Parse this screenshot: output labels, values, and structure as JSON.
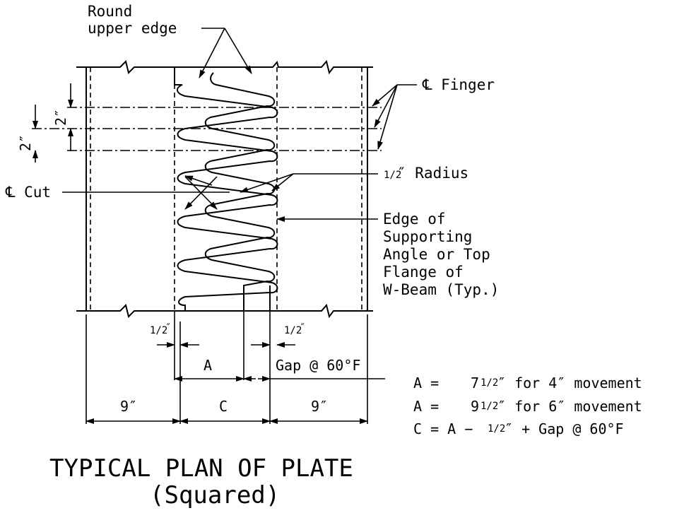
{
  "labels": {
    "round_upper_edge_1": "Round",
    "round_upper_edge_2": "upper edge",
    "cl_finger": "℄ Finger",
    "cl_cut": "℄ Cut",
    "radius_frac": "1/2",
    "radius_text": "″ Radius",
    "edge_1": "Edge of",
    "edge_2": "Supporting",
    "edge_3": "Angle or Top",
    "edge_4": "Flange of",
    "edge_5": "W-Beam (Typ.)"
  },
  "dimensions": {
    "two_in_upper": "2″",
    "two_in_lower": "2″",
    "half_left": "1/2",
    "half_right": "1/2",
    "inch_mark": "″",
    "a": "A",
    "gap": "Gap @ 60°F",
    "nine_left": "9″",
    "c": "C",
    "nine_right": "9″"
  },
  "notes": [
    {
      "lhs": "A =",
      "whole": "7",
      "frac": "1/2",
      "rest": "″ for 4″ movement"
    },
    {
      "lhs": "A =",
      "whole": "9",
      "frac": "1/2",
      "rest": "″ for 6″ movement"
    },
    {
      "lhs": "C = A −",
      "whole": "",
      "frac": "1/2",
      "rest": "″ + Gap @ 60°F"
    }
  ],
  "title": {
    "line1": "TYPICAL PLAN OF PLATE",
    "line2": "(Squared)"
  }
}
